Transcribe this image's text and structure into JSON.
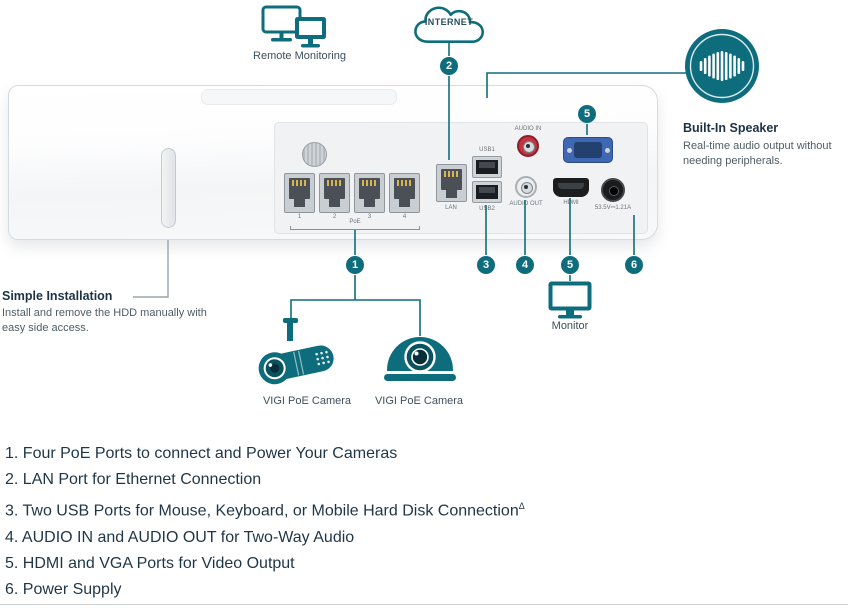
{
  "accent_color": "#0e6d7d",
  "callouts": {
    "remote_monitoring": "Remote Monitoring",
    "internet": "INTERNET",
    "monitor": "Monitor",
    "camera_left": "VIGI PoE Camera",
    "camera_right": "VIGI PoE Camera",
    "speaker": {
      "title": "Built-In Speaker",
      "description": "Real-time audio output without needing peripherals."
    },
    "installation": {
      "title": "Simple Installation",
      "description": "Install and remove the HDD manually with easy side access."
    }
  },
  "badges": {
    "b1": "1",
    "b2": "2",
    "b3": "3",
    "b4": "4",
    "b5": "5",
    "b5_top": "5",
    "b6": "6"
  },
  "panel": {
    "audio_in": "AUDIO IN",
    "audio_out": "AUDIO OUT",
    "usb1": "USB1",
    "usb2": "USB2",
    "lan": "LAN",
    "hdmi": "HDMI",
    "poe": "PoE",
    "power_rating": "53.5V⎓1.21A",
    "port_numbers": [
      "1",
      "2",
      "3",
      "4"
    ]
  },
  "feature_list": {
    "item1": "1. Four PoE Ports to connect and Power Your Cameras",
    "item2": "2. LAN Port for Ethernet Connection",
    "item3": "3. Two USB Ports for Mouse, Keyboard, or Mobile Hard Disk Connection",
    "item3_sup": "Δ",
    "item4": "4. AUDIO IN and AUDIO OUT for Two-Way Audio",
    "item5": "5. HDMI and VGA Ports for Video Output",
    "item6": "6. Power Supply"
  }
}
